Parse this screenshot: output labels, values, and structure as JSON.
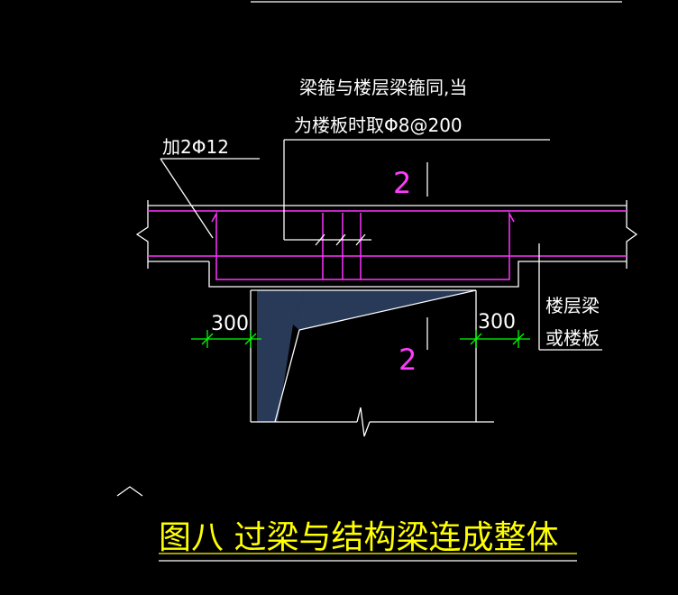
{
  "annotations": {
    "stirrup_note_line1": "梁箍与楼层梁箍同,当",
    "stirrup_note_line2": "为楼板时取Φ8@200",
    "add_rebar": "加2Φ12",
    "dim_left": "300",
    "dim_right": "300",
    "floor_beam_line1": "楼层梁",
    "floor_beam_line2": "或楼板",
    "section_top": "2",
    "section_bottom": "2"
  },
  "caption": {
    "title": "图八  过梁与结构梁连成整体"
  },
  "colors": {
    "background": "#000000",
    "outline": "#ffffff",
    "rebar": "#ff33ff",
    "dimension": "#00ff00",
    "caption": "#ffff00"
  }
}
